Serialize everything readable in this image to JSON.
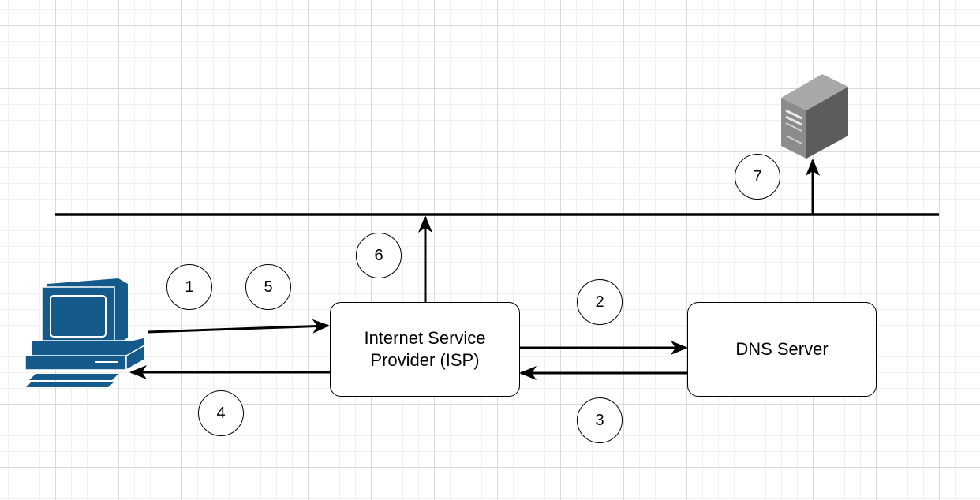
{
  "nodes": {
    "isp": {
      "label": "Internet Service\nProvider (ISP)"
    },
    "dns": {
      "label": "DNS Server"
    }
  },
  "steps": [
    "1",
    "2",
    "3",
    "4",
    "5",
    "6",
    "7"
  ],
  "colors": {
    "computer_fill": "#145a8a",
    "line": "#000000",
    "server_front": "#7d7d7d",
    "server_side": "#5c5c5c"
  },
  "icons": {
    "computer": "desktop-computer-icon",
    "server": "tower-server-icon"
  }
}
